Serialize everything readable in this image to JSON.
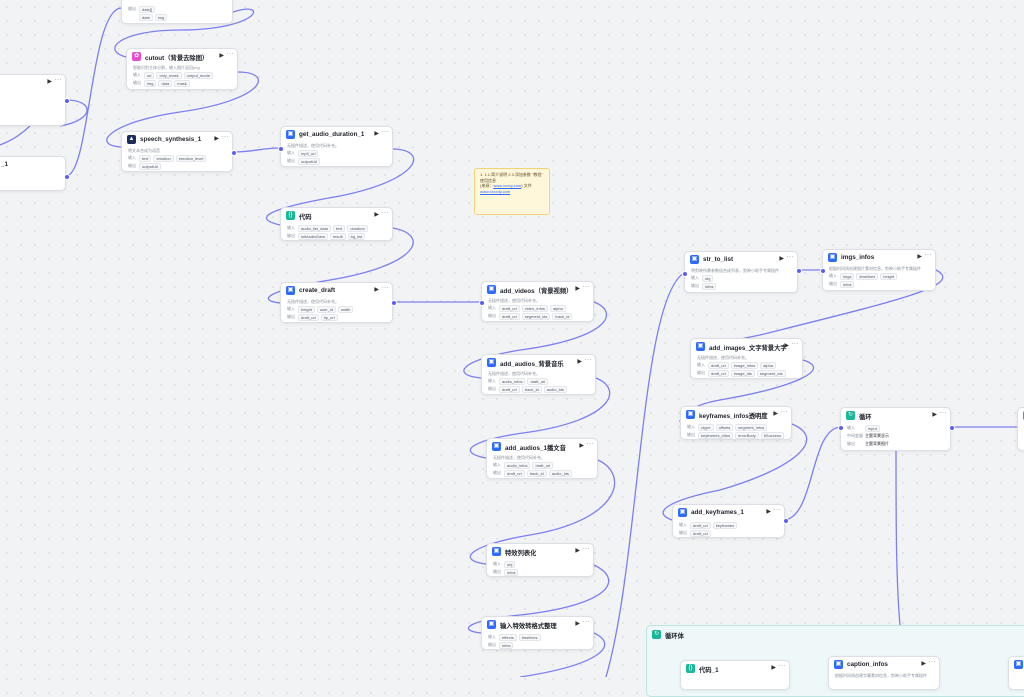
{
  "canvas": {
    "accent": "#7b7ff0",
    "background": "#f2f3f5"
  },
  "nodes": [
    {
      "id": "n0",
      "title": "",
      "icon": "pink",
      "desc": "",
      "rows": [
        {
          "label": "输出",
          "tags": [
            "data[]"
          ]
        },
        {
          "label": "",
          "tags": [
            "data",
            "img"
          ]
        }
      ]
    },
    {
      "id": "n1",
      "title": "",
      "icon": "pink",
      "desc": "",
      "rows": []
    },
    {
      "id": "n2",
      "title": "cutout（背景去除图）",
      "icon": "pink",
      "desc": "智能识别主体分割，输入图片返回png",
      "rows": [
        {
          "label": "输入",
          "tags": [
            "url",
            "only_mask",
            "output_mode"
          ]
        },
        {
          "label": "输出",
          "tags": [
            "img",
            "data",
            "mask"
          ]
        }
      ]
    },
    {
      "id": "n3",
      "title": "speech_synthesis_1",
      "icon": "navy",
      "desc": "将文本合成为语音",
      "rows": [
        {
          "label": "输入",
          "tags": [
            "text",
            "emotion",
            "emotion_level"
          ]
        },
        {
          "label": "输出",
          "tags": [
            "outputUrl"
          ]
        }
      ]
    },
    {
      "id": "n4",
      "title": "get_audio_duration_1",
      "icon": "blue",
      "desc": "无插件描述，使用代码补充。",
      "rows": [
        {
          "label": "输入",
          "tags": [
            "mp3_url"
          ]
        },
        {
          "label": "输出",
          "tags": [
            "outputUrl"
          ]
        }
      ]
    },
    {
      "id": "n5",
      "title": "代码",
      "icon": "green",
      "desc": "",
      "rows": [
        {
          "label": "输入",
          "tags": [
            "audio_list_data",
            "text",
            "duration"
          ]
        },
        {
          "label": "输出",
          "tags": [
            "initAudioData",
            "result",
            "bg_list"
          ]
        }
      ]
    },
    {
      "id": "n6",
      "title": "create_draft",
      "icon": "blue",
      "desc": "无插件描述，使用代码补充。",
      "rows": [
        {
          "label": "输入",
          "tags": [
            "height",
            "user_id",
            "width"
          ]
        },
        {
          "label": "输出",
          "tags": [
            "draft_url",
            "tip_url"
          ]
        }
      ]
    },
    {
      "id": "n7",
      "title": "add_videos（背景视频）",
      "icon": "blue",
      "desc": "无插件描述，使用代码补充。",
      "rows": [
        {
          "label": "输入",
          "tags": [
            "draft_url",
            "video_infos",
            "alpha"
          ]
        },
        {
          "label": "输出",
          "tags": [
            "draft_url",
            "segment_ids",
            "track_id"
          ]
        }
      ]
    },
    {
      "id": "n8",
      "title": "add_audios_背景音乐",
      "icon": "blue",
      "desc": "无插件描述，使用代码补充。",
      "rows": [
        {
          "label": "输入",
          "tags": [
            "audio_infos",
            "draft_url"
          ]
        },
        {
          "label": "输出",
          "tags": [
            "draft_url",
            "track_id",
            "audio_ids"
          ]
        }
      ]
    },
    {
      "id": "n9",
      "title": "add_audios_1播文音",
      "icon": "blue",
      "desc": "无插件描述，使用代码补充。",
      "rows": [
        {
          "label": "输入",
          "tags": [
            "audio_infos",
            "draft_url"
          ]
        },
        {
          "label": "输出",
          "tags": [
            "draft_url",
            "track_id",
            "audio_ids"
          ]
        }
      ]
    },
    {
      "id": "n10",
      "title": "特效列表化",
      "icon": "blue",
      "desc": "",
      "rows": [
        {
          "label": "输入",
          "tags": [
            "obj"
          ]
        },
        {
          "label": "输出",
          "tags": [
            "infos"
          ]
        }
      ]
    },
    {
      "id": "n11",
      "title": "输入特效转格式整理",
      "icon": "blue",
      "desc": "",
      "rows": [
        {
          "label": "输入",
          "tags": [
            "effects",
            "timelines"
          ]
        },
        {
          "label": "输出",
          "tags": [
            "infos"
          ]
        }
      ]
    },
    {
      "id": "n12",
      "title": "str_to_list",
      "icon": "blue",
      "desc": "将剪映所需参数组合成列表，剪映小助手专属插件",
      "rows": [
        {
          "label": "输入",
          "tags": [
            "obj"
          ]
        },
        {
          "label": "输出",
          "tags": [
            "infos"
          ]
        }
      ]
    },
    {
      "id": "n13",
      "title": "imgs_infos",
      "icon": "blue",
      "desc": "根据时间线创建图片素材信息，剪映小助手专属插件",
      "rows": [
        {
          "label": "输入",
          "tags": [
            "imgs",
            "timelines",
            "height"
          ]
        },
        {
          "label": "输出",
          "tags": [
            "infos"
          ]
        }
      ]
    },
    {
      "id": "n14",
      "title": "add_images_文字背景大字",
      "icon": "blue",
      "desc": "无插件描述，使用代码补充。",
      "rows": [
        {
          "label": "输入",
          "tags": [
            "draft_url",
            "image_infos",
            "alpha"
          ]
        },
        {
          "label": "输出",
          "tags": [
            "draft_url",
            "image_ids",
            "segment_ids"
          ]
        }
      ]
    },
    {
      "id": "n15",
      "title": "keyframes_infos透明度",
      "icon": "blue",
      "desc": "",
      "rows": [
        {
          "label": "输入",
          "tags": [
            "ctype",
            "offsets",
            "segment_infos"
          ]
        },
        {
          "label": "输出",
          "tags": [
            "keyframes_infos",
            "errorBody",
            "bSuccess"
          ]
        }
      ]
    },
    {
      "id": "n16",
      "title": "add_keyframes_1",
      "icon": "blue",
      "desc": "",
      "rows": [
        {
          "label": "输入",
          "tags": [
            "draft_url",
            "keyframes"
          ]
        },
        {
          "label": "输出",
          "tags": [
            "draft_url"
          ]
        }
      ]
    },
    {
      "id": "n17",
      "title": "循环",
      "icon": "green",
      "desc": "",
      "rows": [
        {
          "label": "输入",
          "tags": [
            "input"
          ]
        },
        {
          "label": "中间变量",
          "tags": [
            "主题背景显示"
          ]
        },
        {
          "label": "输出",
          "tags": [
            "主题背景图片"
          ]
        }
      ]
    },
    {
      "id": "n18",
      "title": "",
      "icon": "green",
      "desc": "",
      "rows": []
    },
    {
      "id": "n19",
      "title": "代码_1",
      "icon": "green",
      "desc": "",
      "rows": []
    },
    {
      "id": "n20",
      "title": "caption_infos",
      "icon": "blue",
      "desc": "根据时间线创建字幕素材信息，剪映小助手专属插件",
      "rows": []
    },
    {
      "id": "n21",
      "title": "",
      "icon": "blue",
      "desc": "",
      "rows": []
    }
  ],
  "loop_body": {
    "title": "循环体"
  },
  "note": {
    "line1": "1. 1.1.简介说明 2.3.添加参数 \"教程\" 使用信息",
    "line2": "(来源：",
    "link1": "www.xxxxy.com",
    "line2b": ") 文件",
    "link2": "www.xxxxdy.com"
  }
}
